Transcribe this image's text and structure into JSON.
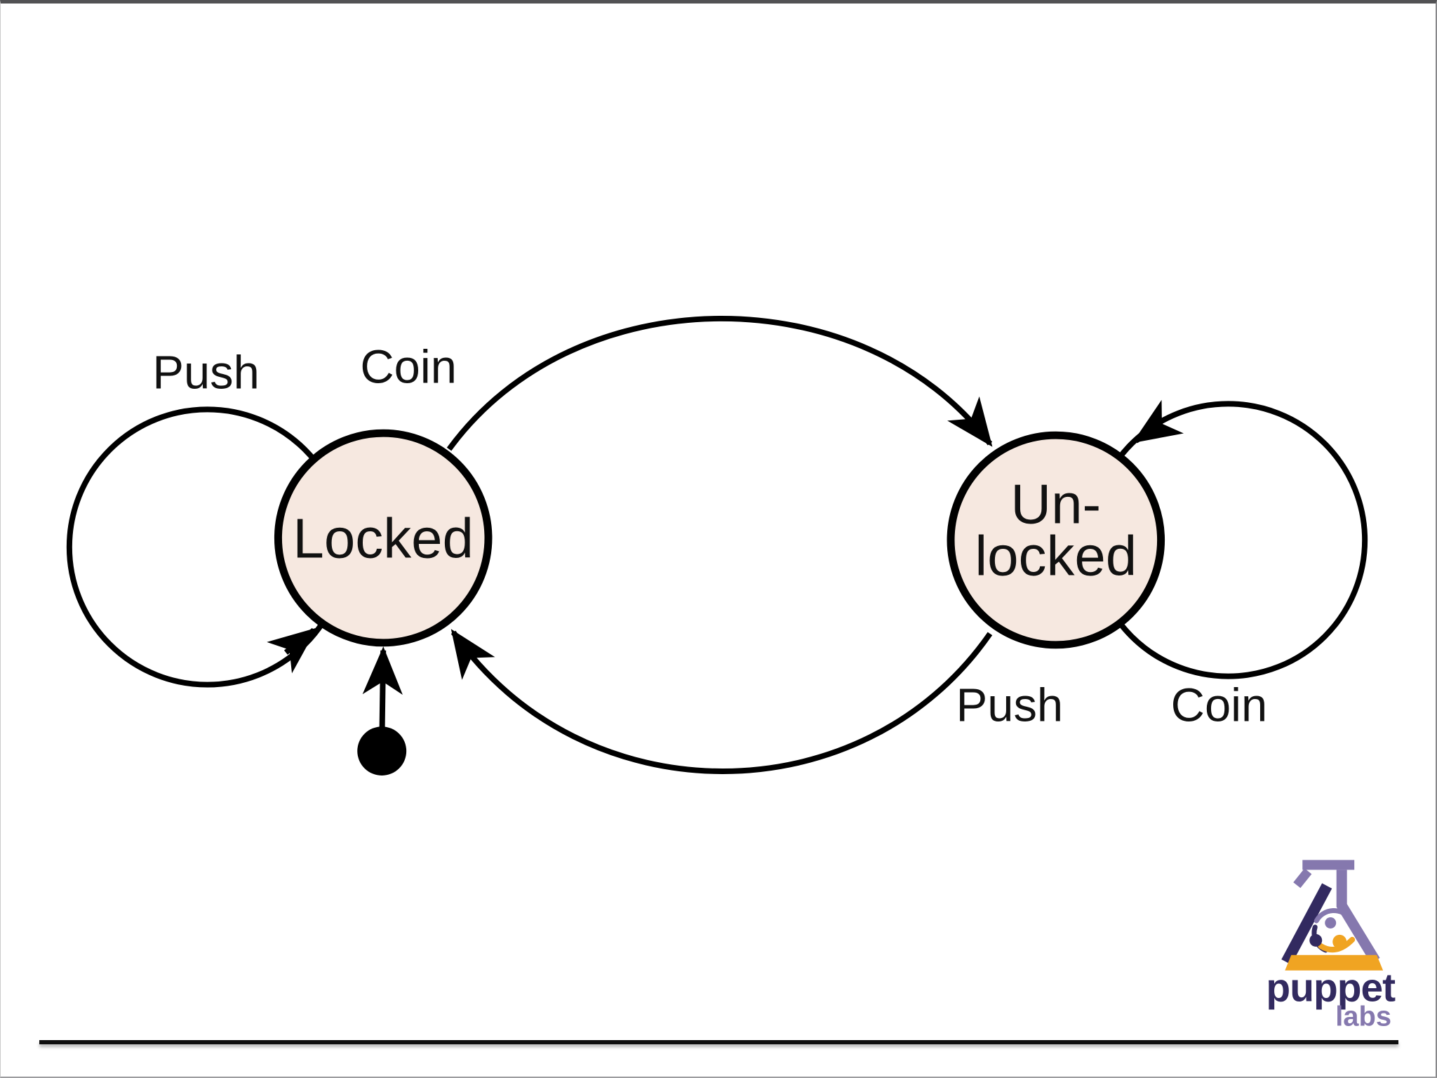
{
  "slide": {
    "background": "#ffffff",
    "kind": "state-machine-diagram-slide"
  },
  "diagram": {
    "type": "finite-state-machine",
    "states": [
      {
        "name": "Locked",
        "label": "Locked"
      },
      {
        "name": "Unlocked",
        "label_line1": "Un-",
        "label_line2": "locked"
      }
    ],
    "initial_state": "Locked",
    "transitions": [
      {
        "from": "Locked",
        "to": "Locked",
        "event": "Push",
        "label": "Push"
      },
      {
        "from": "Locked",
        "to": "Unlocked",
        "event": "Coin",
        "label": "Coin"
      },
      {
        "from": "Unlocked",
        "to": "Locked",
        "event": "Push",
        "label": "Push"
      },
      {
        "from": "Unlocked",
        "to": "Unlocked",
        "event": "Coin",
        "label": "Coin"
      }
    ],
    "colors": {
      "state_fill": "#f6e8e0",
      "stroke": "#000000",
      "text": "#111111"
    }
  },
  "branding": {
    "name": "puppet labs",
    "wordmark_line1": "puppet",
    "wordmark_line2": "labs",
    "colors": {
      "navy": "#322a60",
      "lavender": "#8578ae",
      "orange": "#f0a422"
    }
  }
}
